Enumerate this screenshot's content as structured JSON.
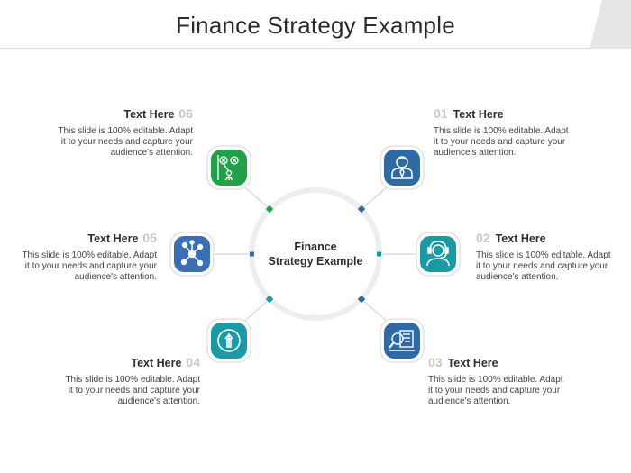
{
  "title": "Finance Strategy  Example",
  "center": {
    "line1": "Finance",
    "line2": "Strategy Example"
  },
  "items": [
    {
      "number": "01",
      "heading": "Text Here",
      "desc": [
        "This slide is 100% editable. Adapt",
        "it to your needs and capture your",
        "audience's attention."
      ],
      "icon": "businessman-icon",
      "color": "#2e6aa3"
    },
    {
      "number": "02",
      "heading": "Text Here",
      "desc": [
        "This slide is 100% editable. Adapt",
        "it to your needs and capture your",
        "audience's attention."
      ],
      "icon": "customer-support-icon",
      "color": "#1b9aa6"
    },
    {
      "number": "03",
      "heading": "Text Here",
      "desc": [
        "This slide is 100% editable. Adapt",
        "it to your needs and capture your",
        "audience's attention."
      ],
      "icon": "document-magnifier-icon",
      "color": "#2e6aa3"
    },
    {
      "number": "04",
      "heading": "Text Here",
      "desc": [
        "This slide is 100% editable. Adapt",
        "it to your needs and capture your",
        "audience's attention."
      ],
      "icon": "upload-arrow-icon",
      "color": "#1b9aa6"
    },
    {
      "number": "05",
      "heading": "Text Here",
      "desc": [
        "This slide is 100% editable. Adapt",
        "it to your needs and capture your",
        "audience's attention."
      ],
      "icon": "network-nodes-icon",
      "color": "#3a6fb5"
    },
    {
      "number": "06",
      "heading": "Text Here",
      "desc": [
        "This slide is 100% editable. Adapt",
        "it to your needs and capture your",
        "audience's attention."
      ],
      "icon": "strategy-board-icon",
      "color": "#21a048"
    }
  ],
  "colors": {
    "ring": "#eeeeee",
    "connector": "#cfcfcf",
    "number": "#c9c9c9",
    "header_tab": "#e6e6e6"
  }
}
